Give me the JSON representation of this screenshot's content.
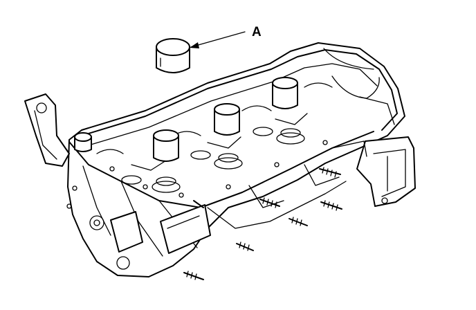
{
  "figure": {
    "subject": "cylinder-head-assembly",
    "callouts": [
      {
        "id": "callout-a",
        "label": "A",
        "part": "valve-lifter-tappet"
      }
    ]
  }
}
